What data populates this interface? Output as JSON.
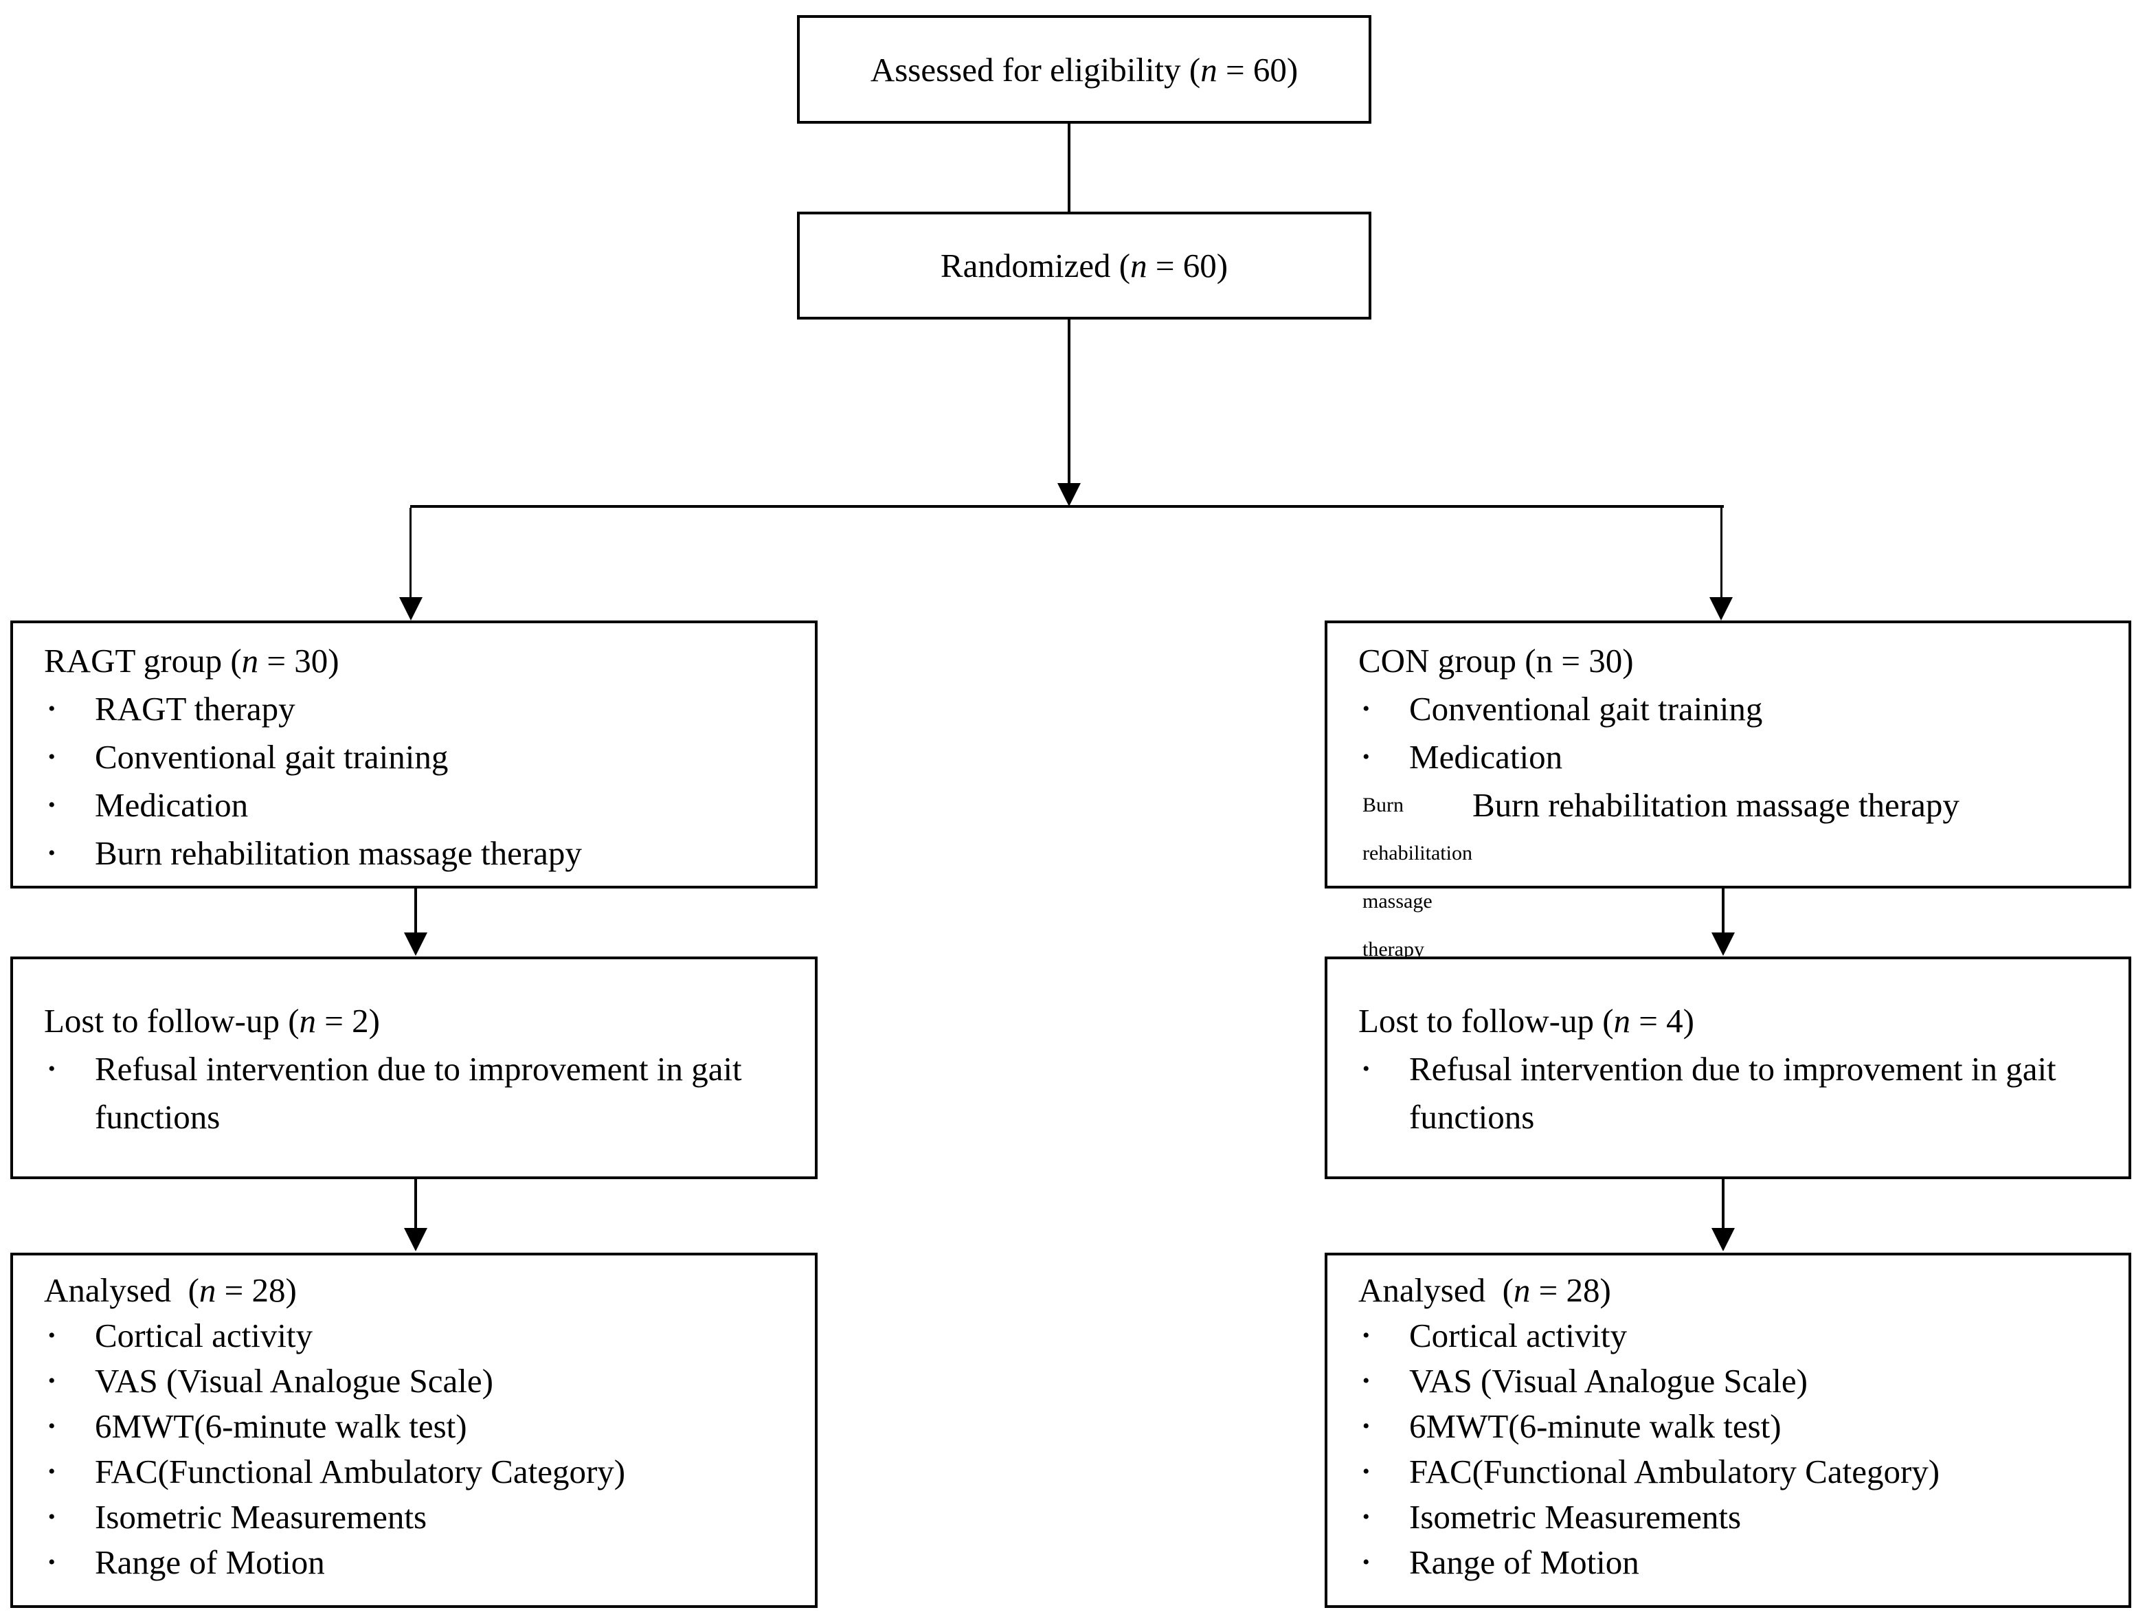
{
  "diagram": {
    "kind": "CONSORT participant flow diagram",
    "background_color": "#ffffff",
    "line_color": "#000000",
    "bullet_char": "•"
  },
  "boxes": {
    "assessed": {
      "title_pre": "Assessed for eligibility (",
      "title_n": "n",
      "title_post": " = 60)"
    },
    "randomized": {
      "title_pre": "Randomized (",
      "title_n": "n",
      "title_post": " = 60)"
    },
    "ragt": {
      "title_pre": "RAGT group (",
      "title_n": "n",
      "title_post": " = 30)",
      "items": [
        "RAGT therapy",
        "Conventional gait training",
        "Medication",
        "Burn rehabilitation massage therapy"
      ]
    },
    "con": {
      "title_pre": "CON group (",
      "title_n": "n",
      "title_post": " = 30)",
      "items": [
        "Conventional gait training",
        "Medication",
        "Burn rehabilitation massage therapy"
      ]
    },
    "lost_left": {
      "title_pre": "Lost to follow-up (",
      "title_n": "n",
      "title_post": " = 2)",
      "items": [
        "Refusal intervention due to improvement in gait functions"
      ]
    },
    "lost_right": {
      "title_pre": "Lost to follow-up (",
      "title_n": "n",
      "title_post": " = 4)",
      "items": [
        "Refusal intervention due to improvement in gait functions"
      ]
    },
    "analysed_left": {
      "title_pre": "Analysed  (",
      "title_n": "n",
      "title_post": " = 28)",
      "items": [
        "Cortical activity",
        "VAS (Visual Analogue Scale)",
        "6MWT(6-minute walk test)",
        "FAC(Functional Ambulatory Category)",
        "Isometric Measurements",
        "Range of Motion"
      ]
    },
    "analysed_right": {
      "title_pre": "Analysed  (",
      "title_n": "n",
      "title_post": " = 28)",
      "items": [
        "Cortical activity",
        "VAS (Visual Analogue Scale)",
        "6MWT(6-minute walk test)",
        "FAC(Functional Ambulatory Category)",
        "Isometric Measurements",
        "Range of Motion"
      ]
    }
  }
}
